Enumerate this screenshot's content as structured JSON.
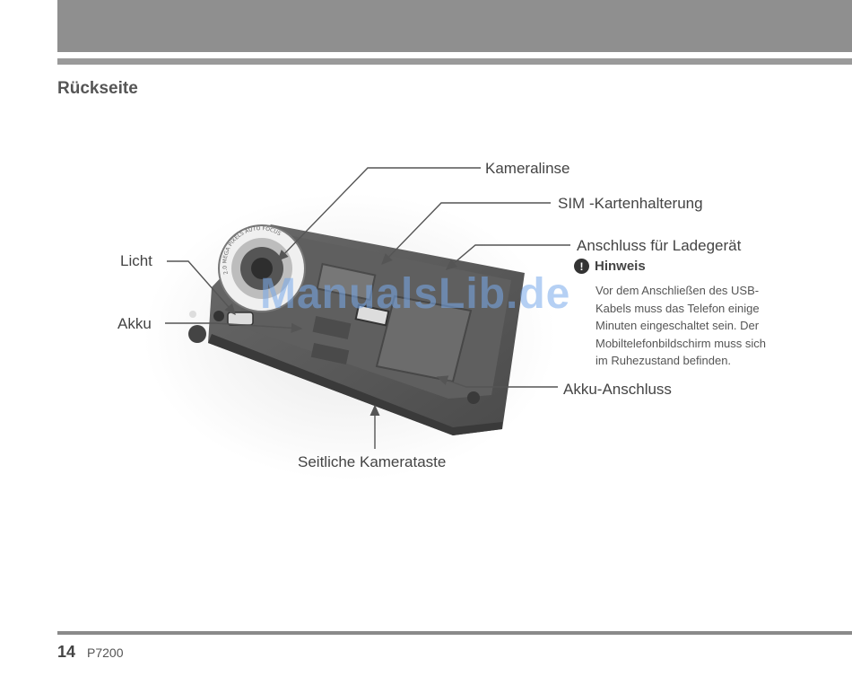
{
  "section": {
    "title": "Rückseite"
  },
  "callouts": {
    "camera_lens": "Kameralinse",
    "sim_holder": "SIM -Kartenhalterung",
    "charger_port": "Anschluss für Ladegerät",
    "light": "Licht",
    "battery": "Akku",
    "battery_connector": "Akku-Anschluss",
    "side_camera_key": "Seitliche Kamerataste"
  },
  "note": {
    "icon": "!",
    "title": "Hinweis",
    "lines": [
      "Vor dem Anschließen des USB-",
      "Kabels muss das Telefon einige",
      "Minuten eingeschaltet sein. Der",
      "Mobiltelefonbildschirm muss sich",
      "im Ruhezustand befinden."
    ]
  },
  "lens_ring_text": "2.0 MEGA PIXELS AUTO FOCUS",
  "watermark": "ManualsLib.de",
  "footer": {
    "page_number": "14",
    "model": "P7200"
  }
}
